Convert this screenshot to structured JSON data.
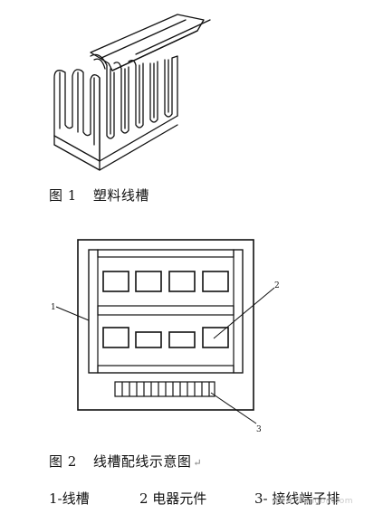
{
  "figure1": {
    "caption_number": "图 1",
    "caption_title": "塑料线槽"
  },
  "figure2": {
    "caption_number": "图 2",
    "caption_title": "线槽配线示意图",
    "return_mark": "↵",
    "callouts": [
      "1",
      "2",
      "3"
    ]
  },
  "legend": {
    "item1": "1-线槽",
    "item2": "2 电器元件",
    "item3": "3- 接线端子排"
  },
  "watermark": "www.diangon.com"
}
